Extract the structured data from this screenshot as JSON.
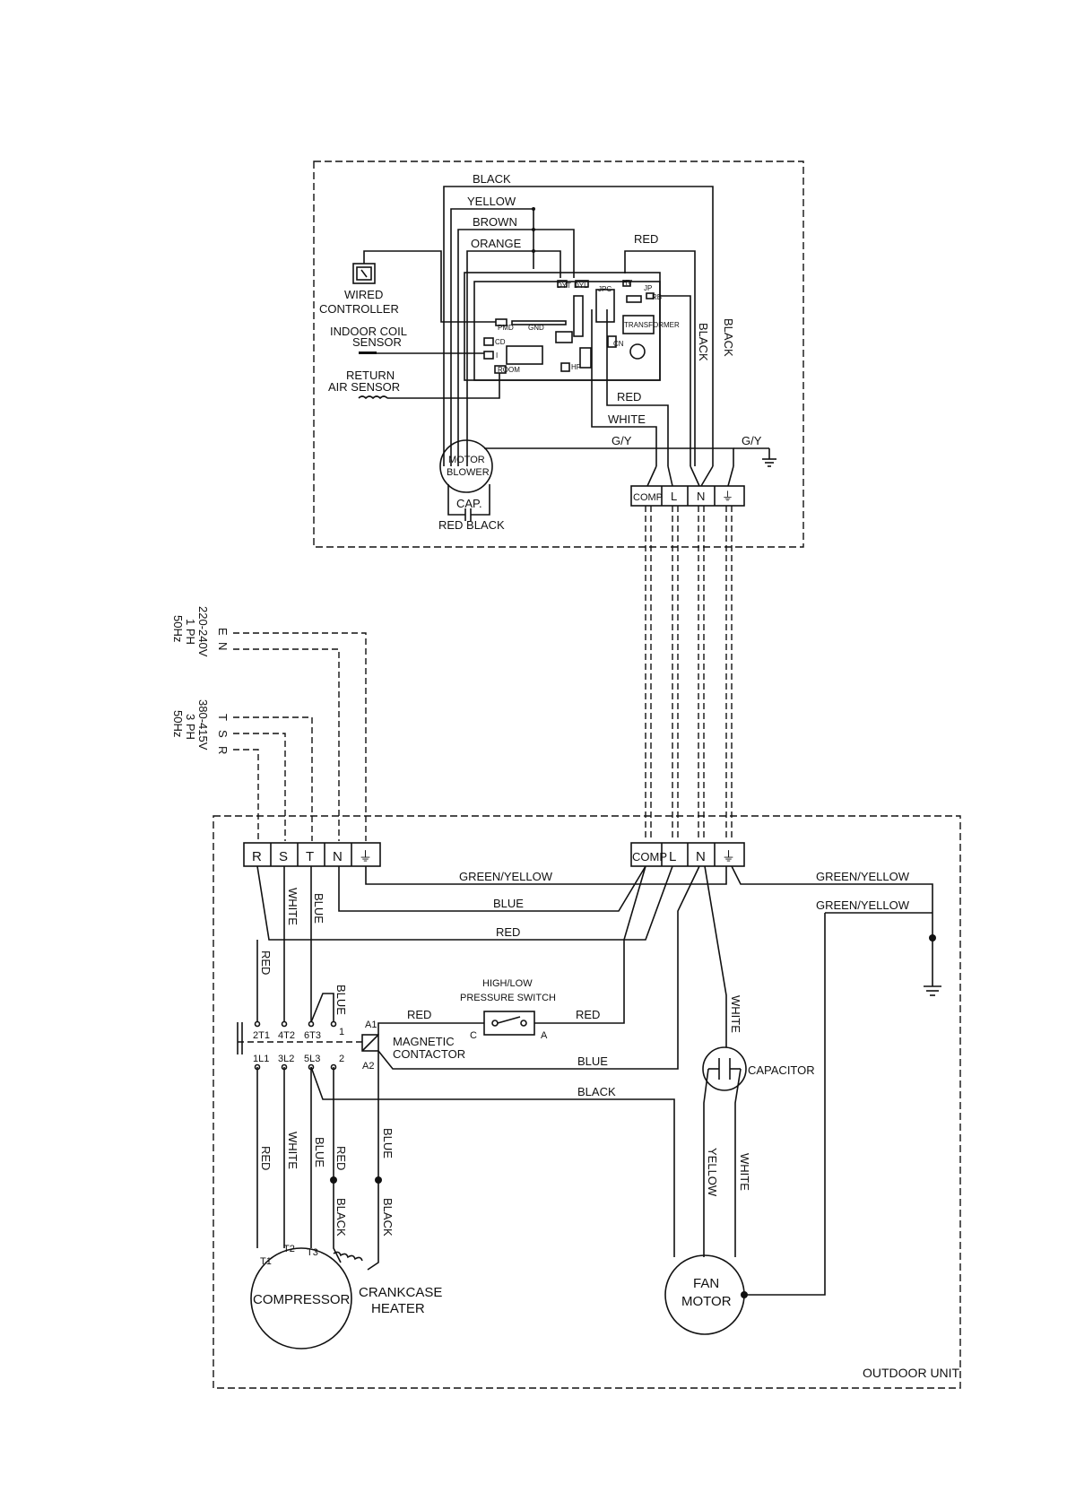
{
  "indoor": {
    "wires_top": {
      "black": "BLACK",
      "yellow": "YELLOW",
      "brown": "BROWN",
      "orange": "ORANGE",
      "red": "RED"
    },
    "wired_controller": [
      "WIRED",
      "CONTROLLER"
    ],
    "indoor_coil_sensor": [
      "INDOOR  COIL",
      "SENSOR"
    ],
    "return_air_sensor": [
      "RETURN",
      "AIR  SENSOR"
    ],
    "board_labels": {
      "pmd": "PMD",
      "gnd": "GND",
      "cd": "CD",
      "i": "I",
      "room": "ROOM",
      "hf": "HF",
      "dyt": "DYT",
      "dyl": "DYL",
      "jpc": "JPC",
      "transformer": "TRANSFORMER",
      "cn": "CN",
      "hv": "HV",
      "jp": "JP",
      "rb": "RB"
    },
    "black_vertical_1": "BLACK",
    "black_vertical_2": "BLACK",
    "red_mid": "RED",
    "white_mid": "WHITE",
    "gy_mid": "G/Y",
    "gy_ground": "G/Y",
    "motor_blower": [
      "MOTOR",
      "BLOWER"
    ],
    "cap": "CAP.",
    "cap_wires": "RED  BLACK",
    "terminals": [
      "COMP",
      "L",
      "N",
      "⏚"
    ]
  },
  "supply": {
    "single_phase": [
      "220-240V",
      "1 PH",
      "50Hz"
    ],
    "single_phase_lines": [
      "E",
      "N"
    ],
    "three_phase": [
      "380-415V",
      "3 PH",
      "50Hz"
    ],
    "three_phase_lines": [
      "T",
      "S",
      "R"
    ]
  },
  "outdoor": {
    "label": "OUTDOOR  UNIT",
    "left_terminals": [
      "R",
      "S",
      "T",
      "N",
      "⏚"
    ],
    "right_terminals": [
      "COMP",
      "L",
      "N",
      "⏚"
    ],
    "wire_green_yellow_1": "GREEN/YELLOW",
    "wire_blue_1": "BLUE",
    "wire_red_1": "RED",
    "wire_green_yellow_2": "GREEN/YELLOW",
    "wire_green_yellow_3": "GREEN/YELLOW",
    "vert_white": "WHITE",
    "vert_blue": "BLUE",
    "vert_red": "RED",
    "vert_blue_2": "BLUE",
    "pressure_switch": [
      "HIGH/LOW",
      "PRESSURE  SWITCH"
    ],
    "switch_c": "C",
    "switch_a": "A",
    "wire_red_2": "RED",
    "wire_red_3": "RED",
    "contactor_a1": "A1",
    "contactor_a2": "A2",
    "magnetic_contactor": [
      "MAGNETIC",
      "CONTACTOR"
    ],
    "wire_blue_2": "BLUE",
    "wire_black": "BLACK",
    "contact_top": [
      "2T1",
      "4T2",
      "6T3",
      "1"
    ],
    "contact_bottom": [
      "1L1",
      "3L2",
      "5L3",
      "2"
    ],
    "capacitor": "CAPACITOR",
    "vert_white_cap": "WHITE",
    "low_red": "RED",
    "low_white": "WHITE",
    "low_blue": "BLUE",
    "low_red_2": "RED",
    "low_black": "BLACK",
    "low_blue_2": "BLUE",
    "low_black_2": "BLACK",
    "low_yellow": "YELLOW",
    "low_white_2": "WHITE",
    "compressor": "COMPRESSOR",
    "comp_t1": "T1",
    "comp_t2": "T2",
    "comp_t3": "T3",
    "crankcase_heater": [
      "CRANKCASE",
      "HEATER"
    ],
    "fan_motor": [
      "FAN",
      "MOTOR"
    ]
  }
}
